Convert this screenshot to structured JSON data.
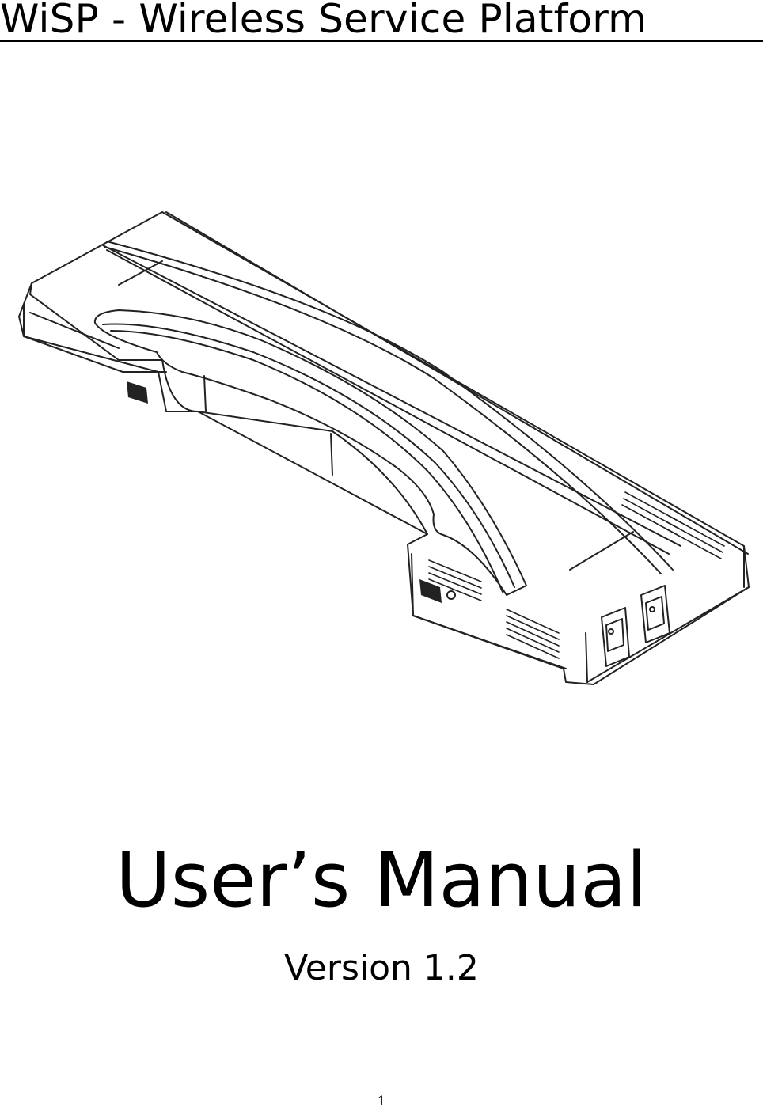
{
  "document": {
    "header_title": "WiSP - Wireless Service Platform",
    "manual_title": "User’s Manual",
    "version": "Version 1.2",
    "page_number": "1"
  },
  "illustration": {
    "subject": "handset-cradle-device",
    "stroke_color": "#222222",
    "fill_color": "#ffffff"
  }
}
